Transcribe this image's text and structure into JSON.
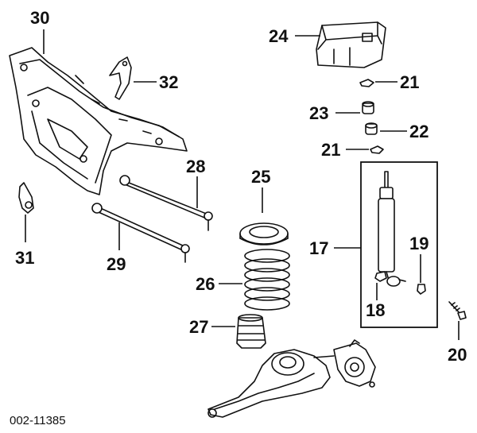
{
  "figure_code": "002-11385",
  "callouts": {
    "c30": "30",
    "c32": "32",
    "c31": "31",
    "c28": "28",
    "c29": "29",
    "c25": "25",
    "c26": "26",
    "c27": "27",
    "c24": "24",
    "c21a": "21",
    "c23": "23",
    "c22": "22",
    "c21b": "21",
    "c17": "17",
    "c19": "19",
    "c18": "18",
    "c20": "20"
  }
}
